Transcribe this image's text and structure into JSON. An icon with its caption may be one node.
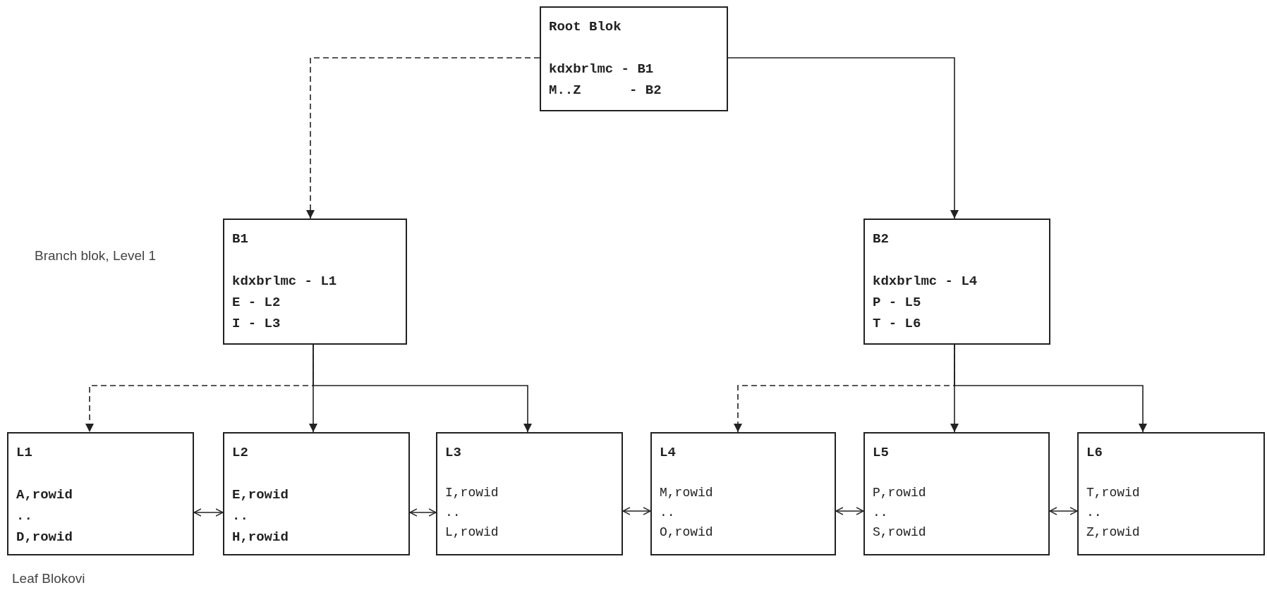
{
  "diagram": {
    "nodes": [
      {
        "text": [
          "Root Blok",
          "kdxbrlmc - B1",
          "M..Z      - B2"
        ]
      },
      {
        "text": [
          "B1",
          "kdxbrlmc - L1",
          "E - L2",
          "I - L3"
        ]
      },
      {
        "text": [
          "B2",
          "kdxbrlmc - L4",
          "P - L5",
          "T - L6"
        ]
      },
      {
        "text": [
          "L1",
          "A,rowid",
          "..",
          "D,rowid"
        ]
      },
      {
        "text": [
          "L2",
          "E,rowid",
          "..",
          "H,rowid"
        ]
      },
      {
        "text": [
          "L3",
          "I,rowid",
          "..",
          "L,rowid"
        ]
      },
      {
        "text": [
          "L4",
          "M,rowid",
          "..",
          "O,rowid"
        ]
      },
      {
        "text": [
          "L5",
          "P,rowid",
          "..",
          "S,rowid"
        ]
      },
      {
        "text": [
          "L6",
          "T,rowid",
          "..",
          "Z,rowid"
        ]
      }
    ],
    "edges": [
      {
        "from": 0,
        "to": 1,
        "arrow": "to",
        "style": "dashed"
      },
      {
        "from": 0,
        "to": 2,
        "arrow": "to"
      },
      {
        "from": 1,
        "to": 3,
        "arrow": "to",
        "style": "dashed"
      },
      {
        "from": 1,
        "to": 4,
        "arrow": "to"
      },
      {
        "from": 1,
        "to": 5,
        "arrow": "to"
      },
      {
        "from": 2,
        "to": 6,
        "arrow": "to",
        "style": "dashed"
      },
      {
        "from": 2,
        "to": 7,
        "arrow": "to"
      },
      {
        "from": 2,
        "to": 8,
        "arrow": "to"
      },
      {
        "from": 3,
        "to": 4,
        "arrow": "both"
      },
      {
        "from": 4,
        "to": 5,
        "arrow": "both"
      },
      {
        "from": 5,
        "to": 6,
        "arrow": "both"
      },
      {
        "from": 6,
        "to": 7,
        "arrow": "both"
      },
      {
        "from": 7,
        "to": 8,
        "arrow": "both"
      }
    ],
    "labels": [
      "Branch blok, Level 1",
      "Leaf Blokovi"
    ]
  }
}
